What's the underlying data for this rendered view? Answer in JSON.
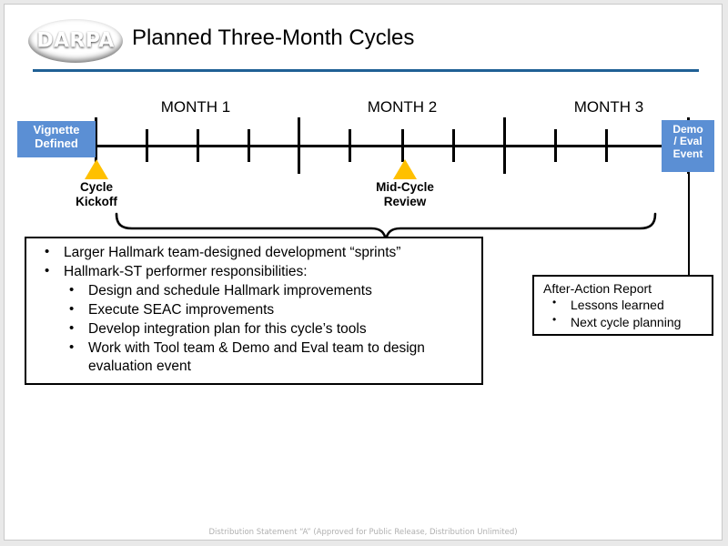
{
  "slide": {
    "logo_text": "DARPA",
    "title": "Planned Three-Month Cycles",
    "footer": "Distribution Statement “A” (Approved for Public Release, Distribution Unlimited)",
    "accent_rule_color": "#1F6095",
    "blue_box_color": "#5B8FD4",
    "marker_color": "#FFC000"
  },
  "timeline": {
    "months": [
      {
        "label": "MONTH 1"
      },
      {
        "label": "MONTH 2"
      },
      {
        "label": "MONTH 3"
      }
    ],
    "start_box": {
      "line1": "Vignette",
      "line2": "Defined"
    },
    "end_box": {
      "line1": "Demo",
      "line2": "/ Eval",
      "line3": "Event"
    },
    "markers": [
      {
        "label_line1": "Cycle",
        "label_line2": "Kickoff"
      },
      {
        "label_line1": "Mid-Cycle",
        "label_line2": "Review"
      }
    ]
  },
  "main_box": {
    "bullets": [
      "Larger Hallmark team-designed development “sprints”",
      "Hallmark-ST performer responsibilities:"
    ],
    "sub_bullets": [
      "Design and schedule Hallmark improvements",
      "Execute SEAC improvements",
      "Develop integration plan for this cycle’s tools",
      "Work with Tool team & Demo and Eval team to design evaluation event"
    ]
  },
  "aar_box": {
    "title": "After-Action Report",
    "items": [
      "Lessons learned",
      "Next cycle planning"
    ]
  }
}
